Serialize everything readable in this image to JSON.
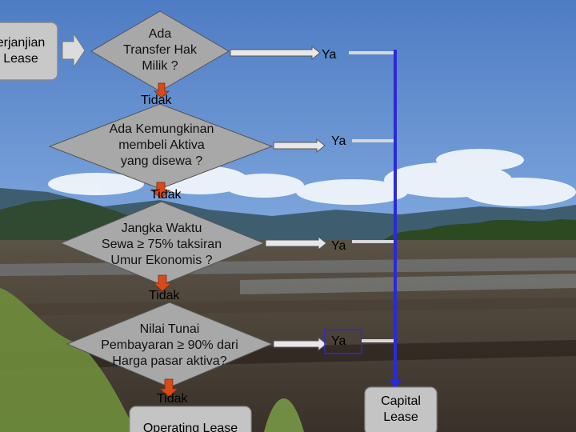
{
  "start_box": {
    "label_line1": "erjanjian",
    "label_line2": "Lease"
  },
  "decisions": [
    {
      "line1": "Ada",
      "line2": "Transfer Hak",
      "line3": "Milik ?",
      "yes": "Ya",
      "no": "Tidak"
    },
    {
      "line1": "Ada Kemungkinan",
      "line2": "membeli Aktiva",
      "line3": "yang disewa ?",
      "yes": "Ya",
      "no": "Tidak"
    },
    {
      "line1": "Jangka Waktu",
      "line2": "Sewa ≥ 75% taksiran",
      "line3": "Umur Ekonomis ?",
      "yes": "Ya",
      "no": "Tidak"
    },
    {
      "line1": "Nilai Tunai",
      "line2": "Pembayaran ≥ 90% dari",
      "line3": "Harga pasar aktiva?",
      "yes": "Ya",
      "no": "Tidak"
    }
  ],
  "capital_lease": {
    "line1": "Capital",
    "line2": "Lease"
  },
  "operating_lease": {
    "label": "Operating Lease"
  },
  "colors": {
    "sky_top": "#5a86c8",
    "sky_bottom": "#9ec2ea",
    "diamond_fill": "#a8a8a8",
    "box_fill": "#c4c4c4",
    "connector_blue": "#2a2ad8",
    "no_arrow": "#d84a1a"
  }
}
